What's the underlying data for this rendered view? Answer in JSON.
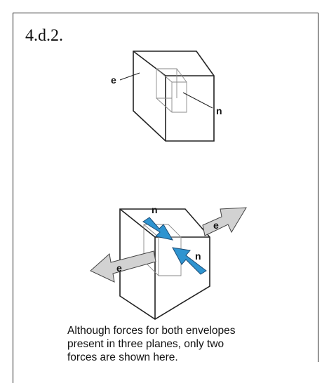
{
  "figure": {
    "id_label": "4.d.2."
  },
  "top_diagram": {
    "outer_label": "e",
    "inner_label": "n"
  },
  "bottom_diagram": {
    "inner_arrow_labels": [
      "n",
      "n"
    ],
    "outer_arrow_labels": [
      "e",
      "e"
    ]
  },
  "caption": {
    "lines": [
      "Although forces for both envelopes",
      "present in three planes, only two",
      "forces are shown here."
    ]
  },
  "colors": {
    "inner_force_arrow": "#2f94d0",
    "outer_force_arrow": "#d2d2d2",
    "frame": "#222222"
  }
}
